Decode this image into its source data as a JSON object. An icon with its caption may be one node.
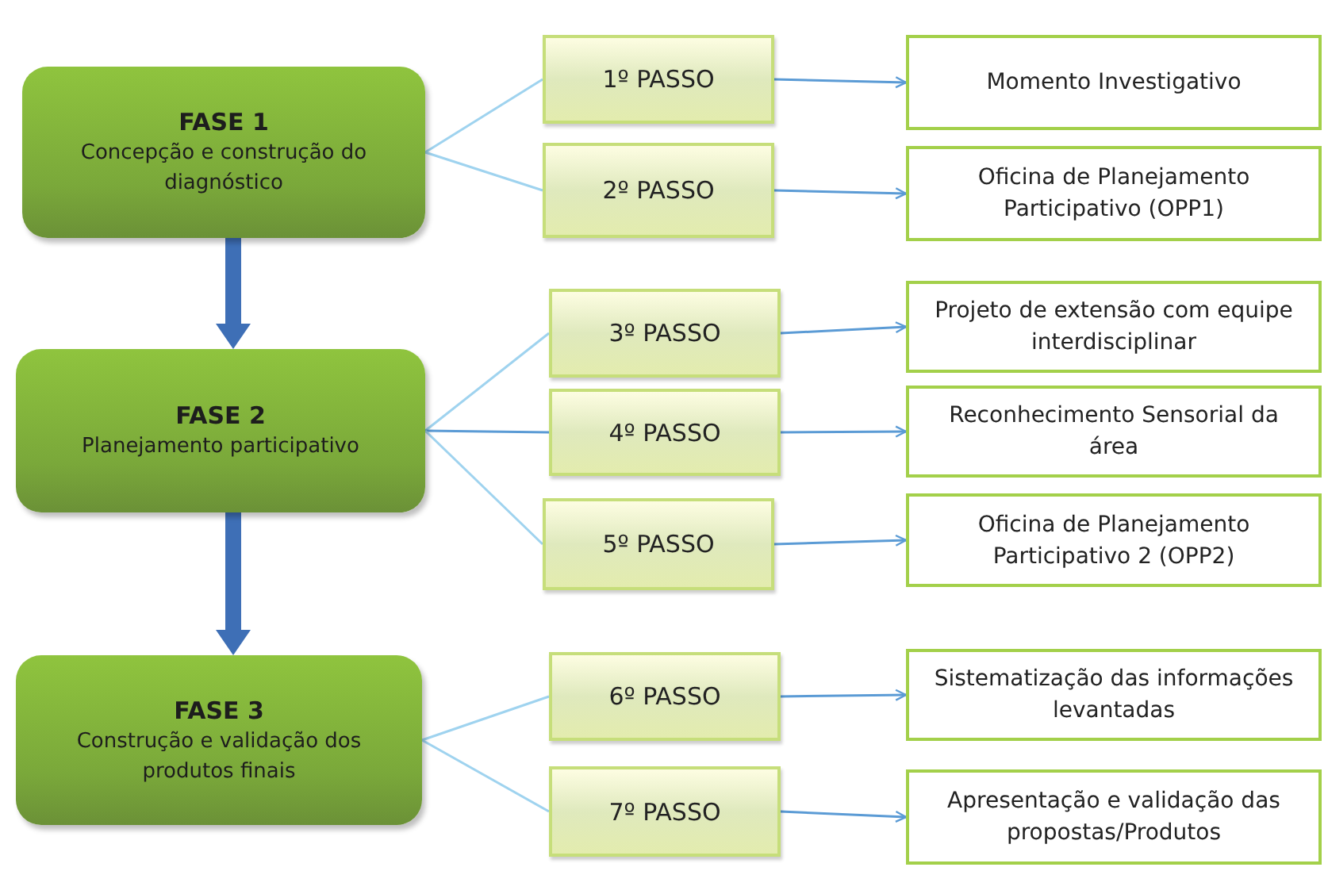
{
  "diagram": {
    "nodes": [
      {
        "text": [
          "FASE 1",
          "Concepção e construção do diagnóstico"
        ]
      },
      {
        "text": [
          "1º PASSO"
        ]
      },
      {
        "text": [
          "Momento Investigativo"
        ]
      },
      {
        "text": [
          "2º PASSO"
        ]
      },
      {
        "text": [
          "Oficina de Planejamento Participativo (OPP1)"
        ]
      },
      {
        "text": [
          "FASE 2",
          "Planejamento participativo"
        ]
      },
      {
        "text": [
          "3º PASSO"
        ]
      },
      {
        "text": [
          "Projeto de extensão com equipe interdisciplinar"
        ]
      },
      {
        "text": [
          "4º PASSO"
        ]
      },
      {
        "text": [
          "Reconhecimento Sensorial da área"
        ]
      },
      {
        "text": [
          "5º PASSO"
        ]
      },
      {
        "text": [
          "Oficina de Planejamento Participativo 2 (OPP2)"
        ]
      },
      {
        "text": [
          "FASE 3",
          "Construção e validação dos produtos finais"
        ]
      },
      {
        "text": [
          "6º PASSO"
        ]
      },
      {
        "text": [
          "Sistematização das informações levantadas"
        ]
      },
      {
        "text": [
          "7º PASSO"
        ]
      },
      {
        "text": [
          "Apresentação e validação das propostas/Produtos"
        ]
      }
    ],
    "edges": [
      {
        "from": 0,
        "to": 1,
        "arrow": "none",
        "color": "#9fd3ef"
      },
      {
        "from": 0,
        "to": 3,
        "arrow": "none",
        "color": "#9fd3ef"
      },
      {
        "from": 1,
        "to": 2,
        "arrow": "to"
      },
      {
        "from": 3,
        "to": 4,
        "arrow": "to"
      },
      {
        "from": 0,
        "to": 5,
        "arrow": "to",
        "style": "thick",
        "color": "#3e6fb6"
      },
      {
        "from": 5,
        "to": 6,
        "arrow": "none",
        "color": "#9fd3ef"
      },
      {
        "from": 5,
        "to": 8,
        "arrow": "none"
      },
      {
        "from": 5,
        "to": 10,
        "arrow": "none",
        "color": "#9fd3ef"
      },
      {
        "from": 6,
        "to": 7,
        "arrow": "to"
      },
      {
        "from": 8,
        "to": 9,
        "arrow": "to"
      },
      {
        "from": 10,
        "to": 11,
        "arrow": "to"
      },
      {
        "from": 5,
        "to": 12,
        "arrow": "to",
        "style": "thick",
        "color": "#3e6fb6"
      },
      {
        "from": 12,
        "to": 13,
        "arrow": "none",
        "color": "#9fd3ef"
      },
      {
        "from": 12,
        "to": 15,
        "arrow": "none",
        "color": "#9fd3ef"
      },
      {
        "from": 13,
        "to": 14,
        "arrow": "to"
      },
      {
        "from": 15,
        "to": 16,
        "arrow": "to"
      }
    ]
  }
}
